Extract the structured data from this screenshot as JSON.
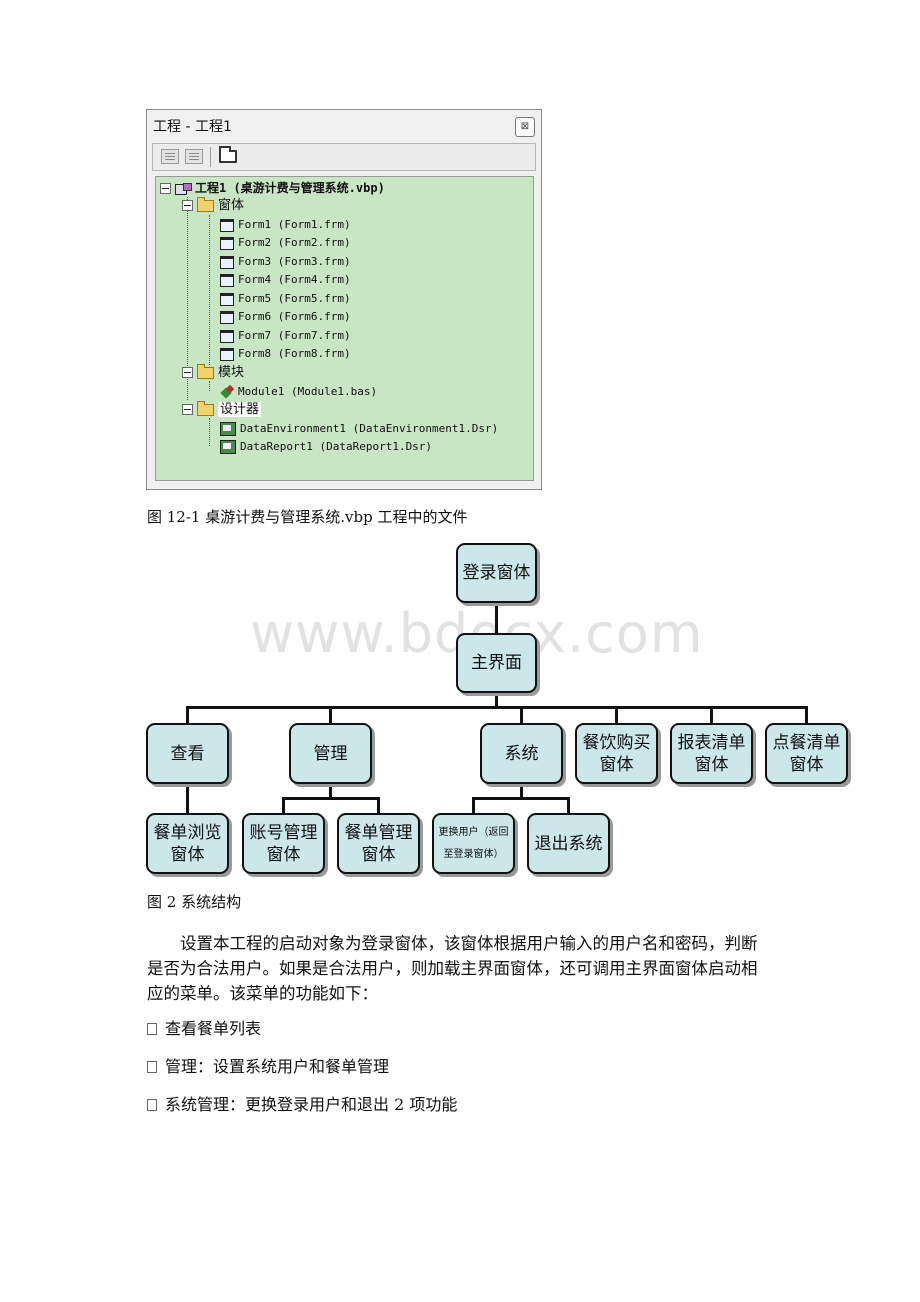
{
  "project_window": {
    "title": "工程 - 工程1",
    "close_glyph": "⊠",
    "root": "工程1 (桌游计费与管理系统.vbp)",
    "folders": [
      {
        "label": "窗体",
        "items": [
          "Form1 (Form1.frm)",
          "Form2 (Form2.frm)",
          "Form3 (Form3.frm)",
          "Form4 (Form4.frm)",
          "Form5 (Form5.frm)",
          "Form6 (Form6.frm)",
          "Form7 (Form7.frm)",
          "Form8 (Form8.frm)"
        ]
      },
      {
        "label": "模块",
        "items": [
          "Module1 (Module1.bas)"
        ]
      },
      {
        "label": "设计器",
        "items": [
          "DataEnvironment1 (DataEnvironment1.Dsr)",
          "DataReport1 (DataReport1.Dsr)"
        ]
      }
    ]
  },
  "figure1_caption": "图 12-1 桌游计费与管理系统.vbp 工程中的文件",
  "watermark": "www.bdocx.com",
  "diagram": {
    "login": "登录窗体",
    "main": "主界面",
    "view": "查看",
    "manage": "管理",
    "system": "系统",
    "buy": "餐饮购买\n窗体",
    "report": "报表清单\n窗体",
    "order": "点餐清单\n窗体",
    "menu_browse": "餐单浏览\n窗体",
    "account_manage": "账号管理\n窗体",
    "menu_manage": "餐单管理\n窗体",
    "switch_user": "更换用户（返回\n至登录窗体）",
    "exit": "退出系统"
  },
  "figure2_caption": "图 2 系统结构",
  "paragraph_lines": [
    "设置本工程的启动对象为登录窗体，该窗体根据用户输入的用户名和密码，判断",
    "是否为合法用户。如果是合法用户，则加载主界面窗体，还可调用主界面窗体启动相",
    "应的菜单。该菜单的功能如下："
  ],
  "bullets": [
    "查看餐单列表",
    "管理：设置系统用户和餐单管理",
    "系统管理：更换登录用户和退出 2 项功能"
  ]
}
